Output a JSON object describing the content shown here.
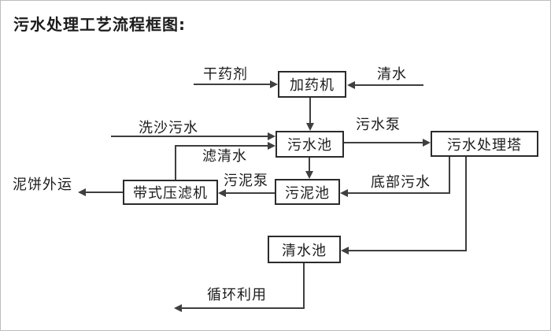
{
  "title": "污水处理工艺流程框图:",
  "nodes": {
    "dosing": "加药机",
    "sewage": "污水池",
    "tower": "污水处理塔",
    "sludge": "污泥池",
    "press": "带式压滤机",
    "clean": "清水池"
  },
  "flows": {
    "dry_chemical": "干药剂",
    "clean_water": "清水",
    "sand_wash_sewage": "洗沙污水",
    "sewage_pump": "污水泵",
    "filtered_water": "滤清水",
    "sludge_pump": "污泥泵",
    "bottom_sewage": "底部污水",
    "mud_cake_out": "泥饼外运",
    "recycle_use": "循环利用"
  },
  "edges": [
    {
      "from": "干药剂",
      "to": "加药机",
      "label": ""
    },
    {
      "from": "清水",
      "to": "加药机",
      "label": ""
    },
    {
      "from": "加药机",
      "to": "污水池",
      "label": ""
    },
    {
      "from": "洗沙污水",
      "to": "污水池",
      "label": ""
    },
    {
      "from": "带式压滤机",
      "to": "污水池",
      "label": "滤清水"
    },
    {
      "from": "污水池",
      "to": "污水处理塔",
      "label": "污水泵"
    },
    {
      "from": "污水池",
      "to": "污泥池",
      "label": ""
    },
    {
      "from": "污水处理塔",
      "to": "污泥池",
      "label": "底部污水"
    },
    {
      "from": "污泥池",
      "to": "带式压滤机",
      "label": "污泥泵"
    },
    {
      "from": "带式压滤机",
      "to": "泥饼外运",
      "label": ""
    },
    {
      "from": "污水处理塔",
      "to": "清水池",
      "label": ""
    },
    {
      "from": "清水池",
      "to": "循环利用",
      "label": ""
    }
  ],
  "colors": {
    "line": "#3f3f3f",
    "box_border": "#2b2b2b",
    "text": "#1c1c1c",
    "background": "#ffffff",
    "frame": "#bdbdbd"
  }
}
